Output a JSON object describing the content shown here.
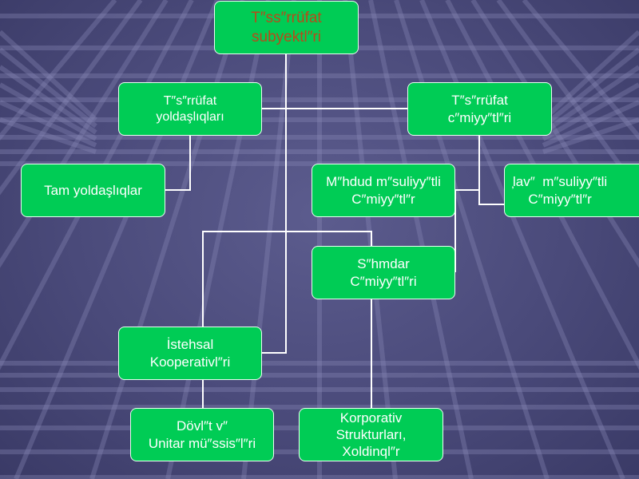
{
  "nodes": {
    "root": "T″ss″rrüfat\nsubyektl″ri",
    "partners": "T″s″rrüfat\nyoldaşlıqları",
    "societies": "T″s″rrüfat\nc″miyy″tl″ri",
    "full": "Tam yoldaşlıqlar",
    "limited": "M″hdud m″suliyy″tli\nC″miyy″tl″r",
    "additional": "̦lav″  m″suliyy″tli\nC″miyy″tl″r",
    "joint": "S″hmdar\nC″miyy″tl″ri",
    "coop": "İstehsal\nKooperativl″ri",
    "state": "Dövl″t v″\nUnitar mü″ssis″l″ri",
    "corp": "Korporativ\nStrukturları,\nXoldinql″r"
  },
  "colors": {
    "node_fill": "#00cc55",
    "node_border": "#e8fff0",
    "connector": "#ffffff",
    "root_text": "#b84a1a",
    "node_text": "#ffffff",
    "background": "#4a4a7a"
  }
}
